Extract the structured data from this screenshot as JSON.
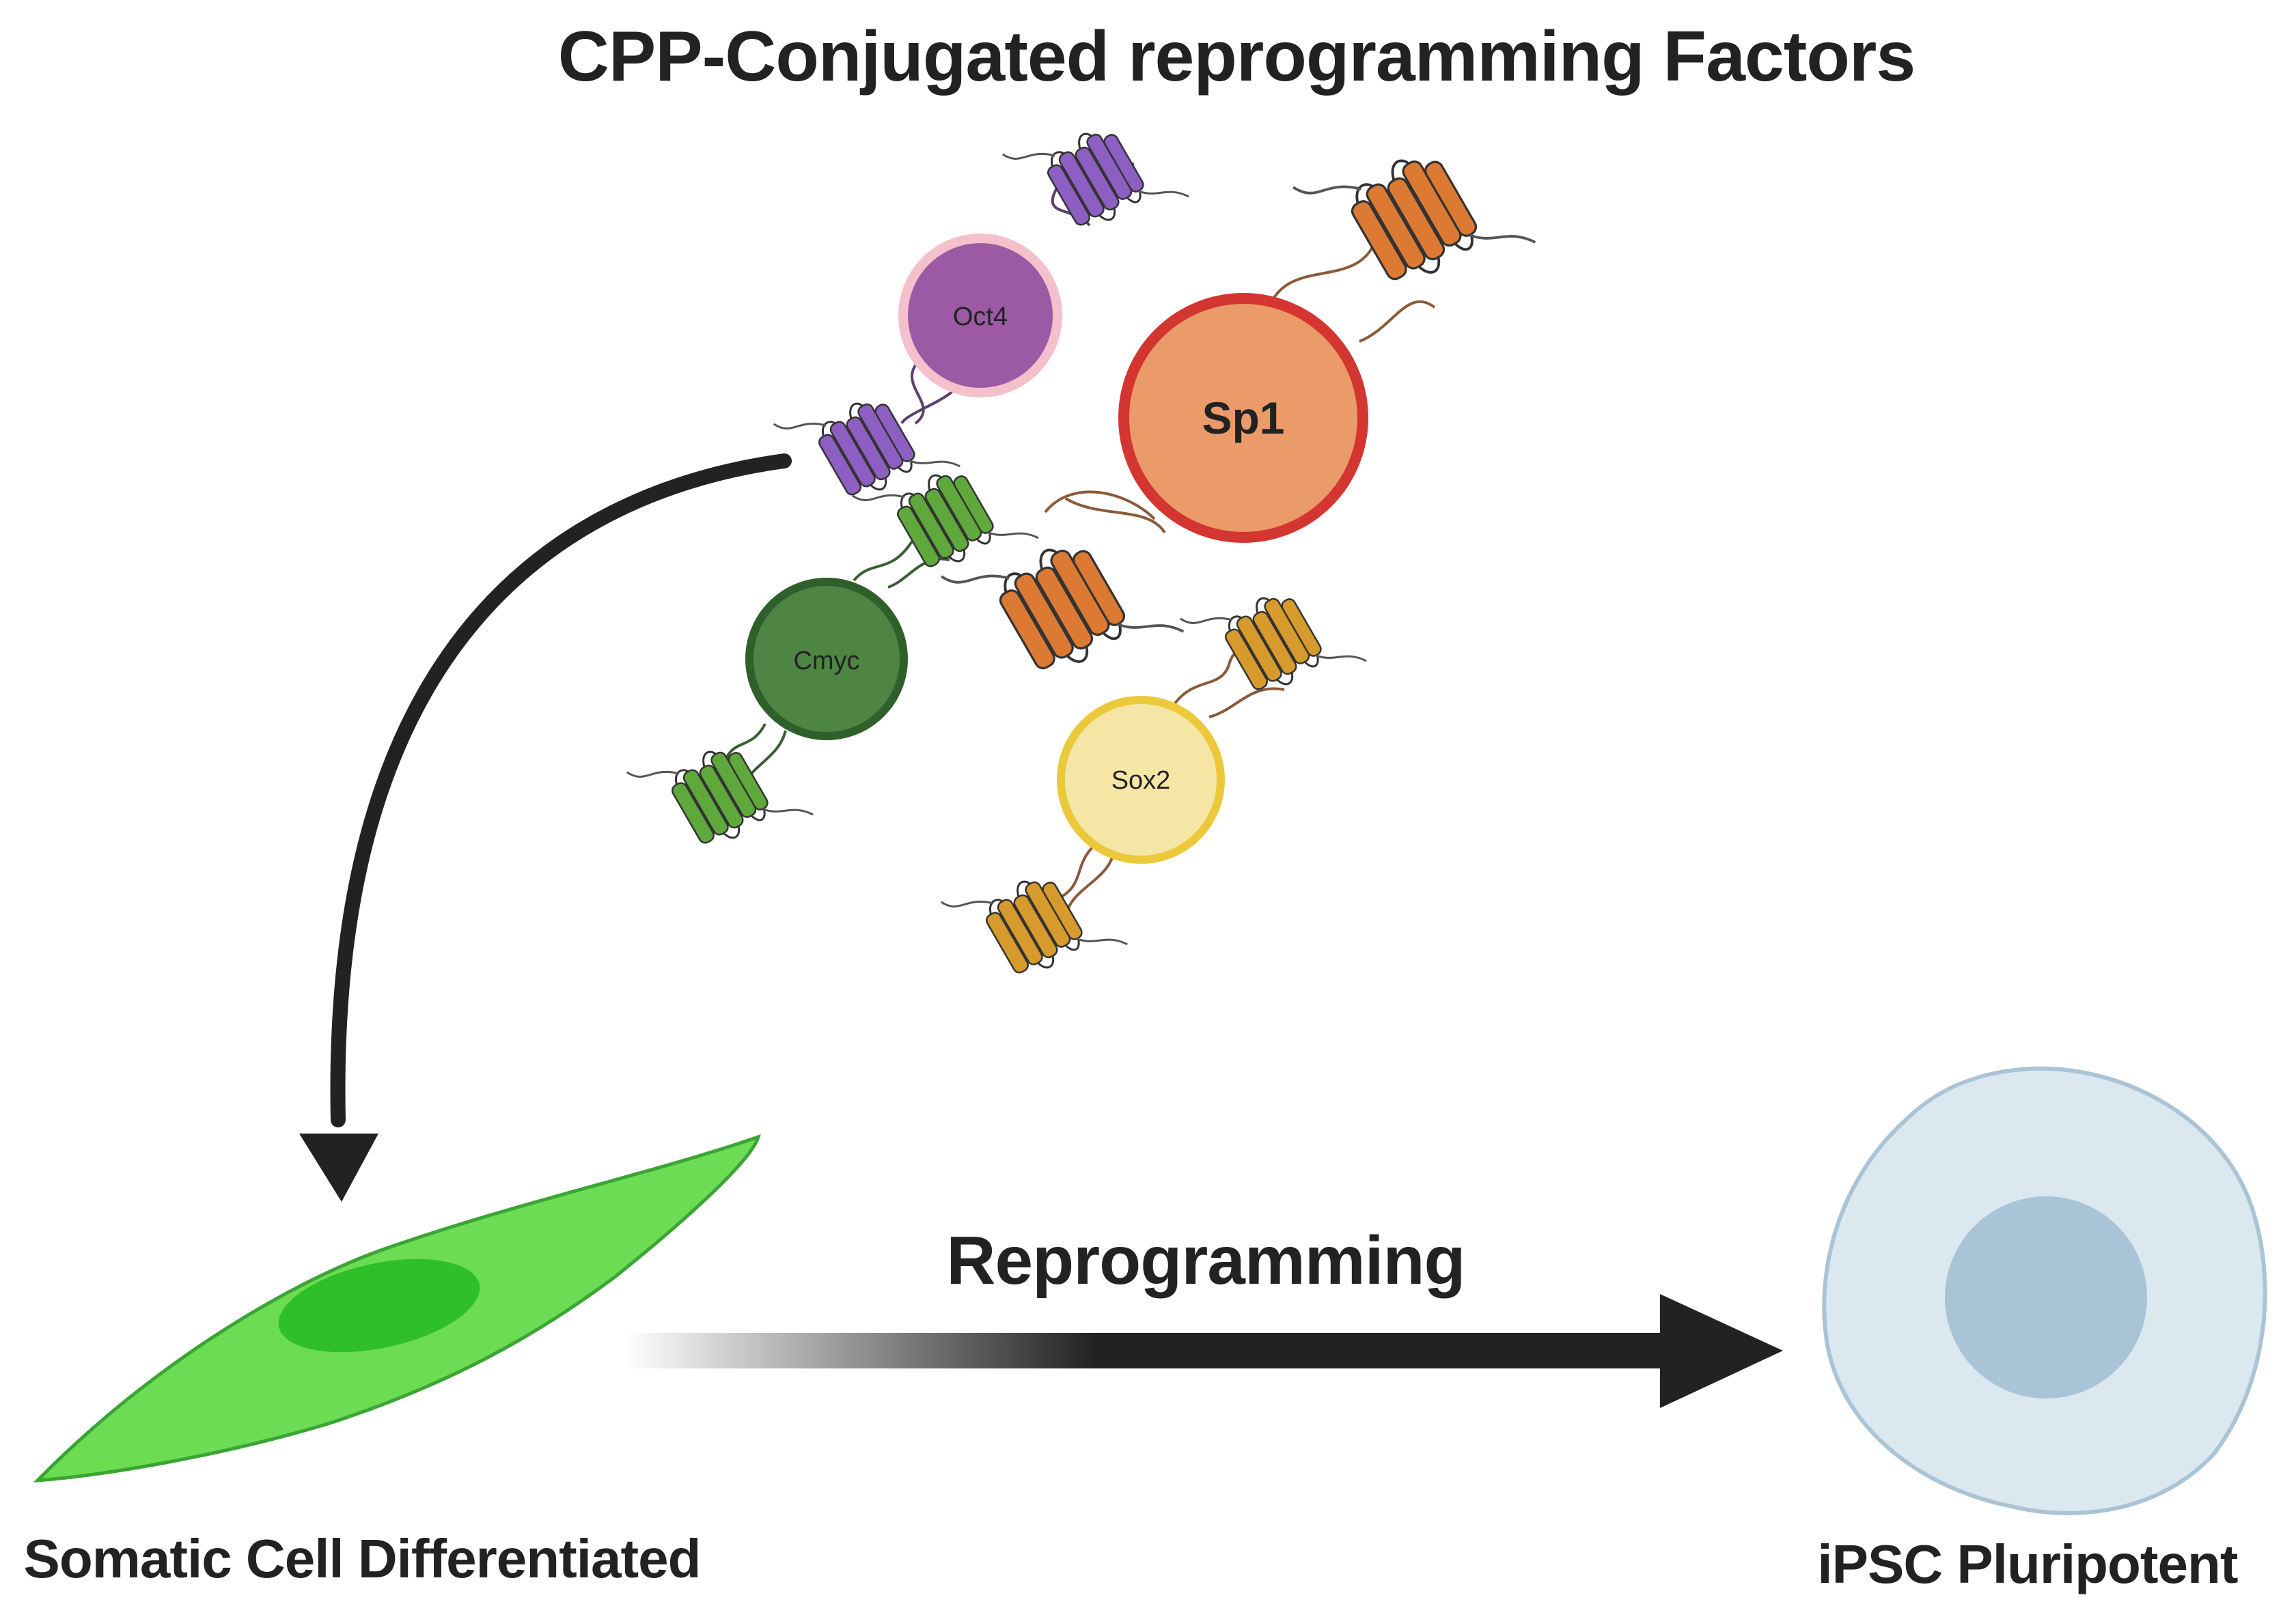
{
  "title": "CPP-Conjugated reprogramming Factors",
  "factors": {
    "oct4": {
      "label": "Oct4",
      "fill": "#9b5aa3",
      "stroke": "#f4c0cc",
      "helix": "#8e5fc2"
    },
    "sp1": {
      "label": "Sp1",
      "fill": "#eb9b6a",
      "stroke": "#d33531",
      "helix": "#dc7a34"
    },
    "cmyc": {
      "label": "Cmyc",
      "fill": "#4e8444",
      "stroke": "#2f5f2a",
      "helix": "#5fa83c"
    },
    "sox2": {
      "label": "Sox2",
      "fill": "#f6e6a6",
      "stroke": "#ecc93a",
      "helix": "#d79a2c"
    }
  },
  "process_label": "Reprogramming",
  "somatic_cell": {
    "label": "Somatic Cell Differentiated",
    "color": "#6ddc55",
    "nucleus_color": "#2fbf28"
  },
  "ipsc": {
    "label": "iPSC Pluripotent",
    "color": "#dce8f0",
    "nucleus_color": "#a8c4d6"
  }
}
